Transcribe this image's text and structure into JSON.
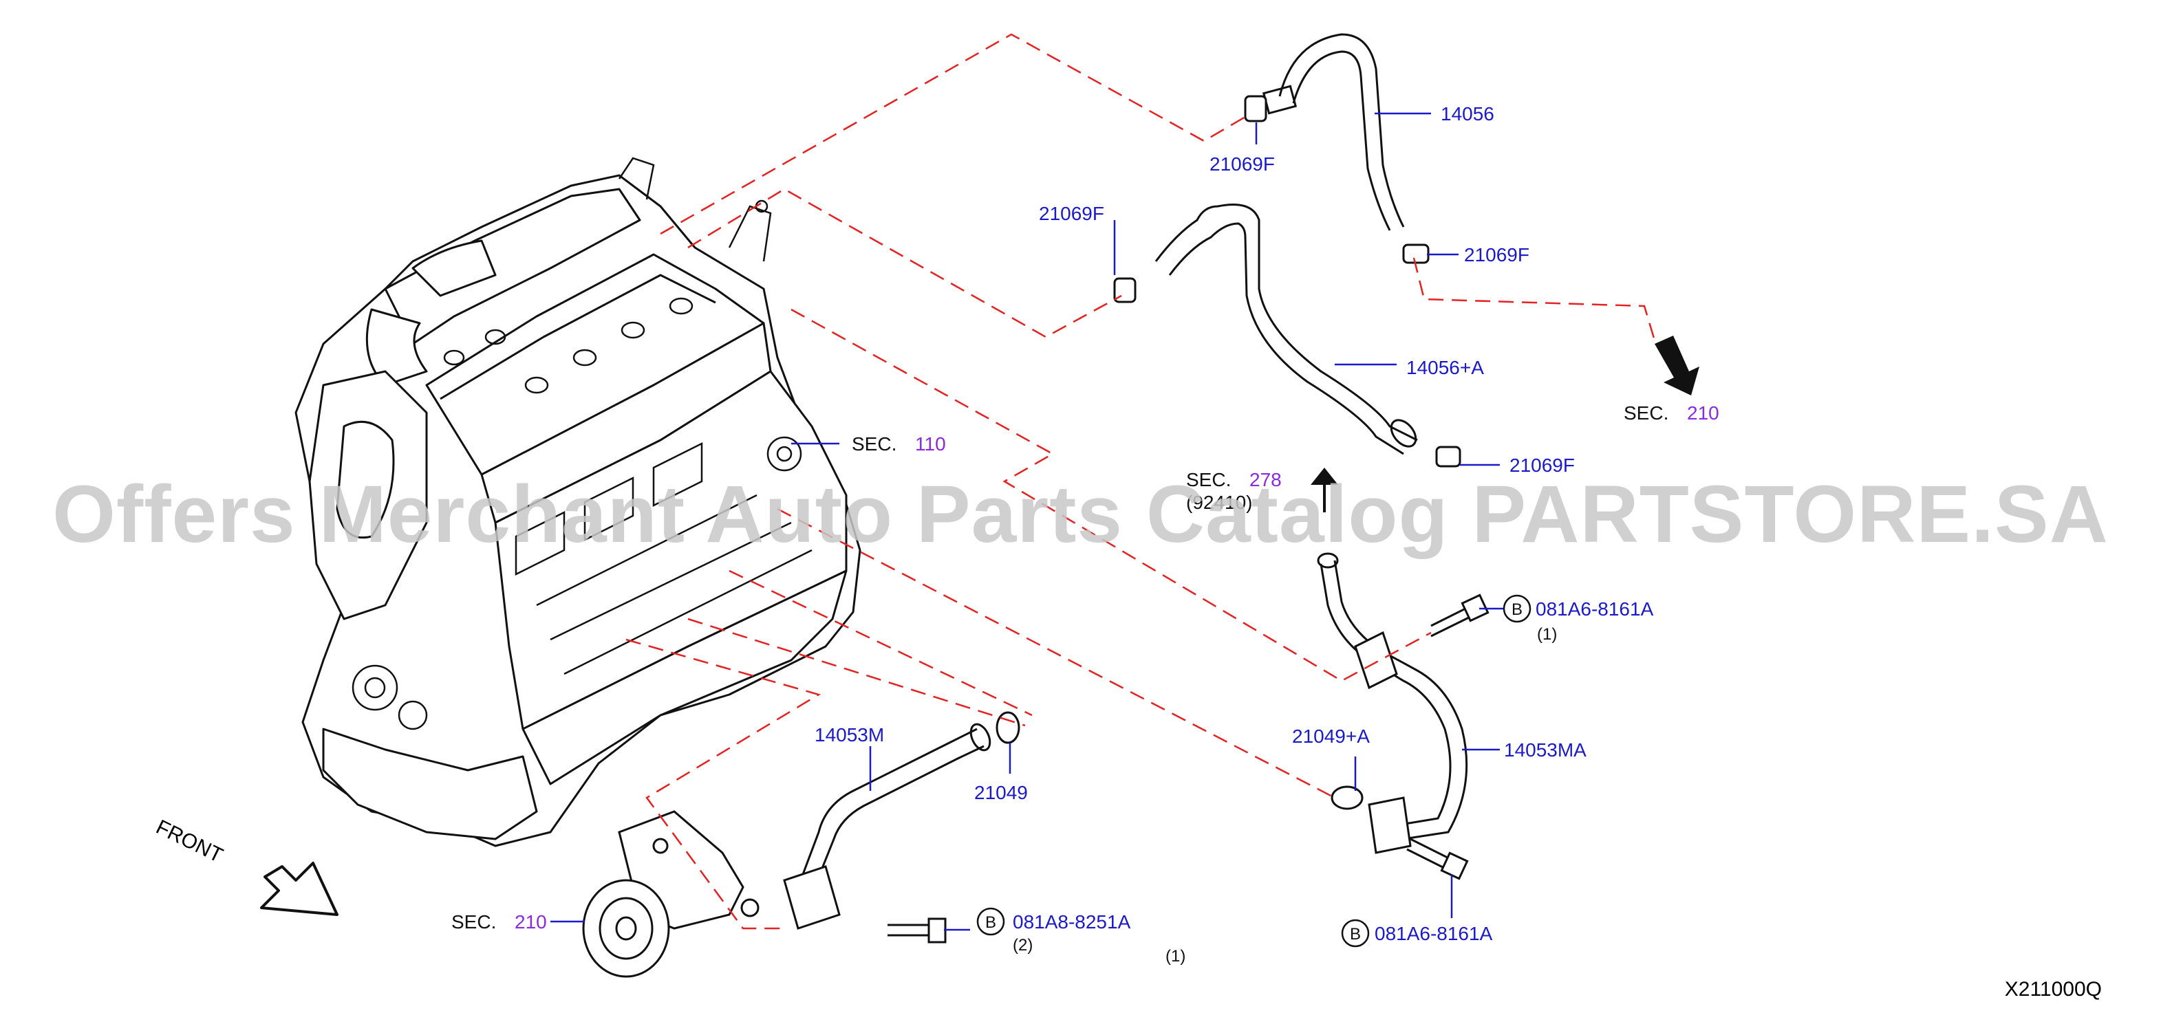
{
  "watermark": "Offers Merchant Auto Parts Catalog PARTSTORE.SA",
  "drawing_code": "X211000Q",
  "front_label": "FRONT",
  "colors": {
    "part_number": "#1a1acc",
    "section_number": "#8a2be2",
    "leader": "#1a1acc",
    "dash": "#e52222",
    "line": "#111111"
  },
  "callouts": {
    "c14056": "14056",
    "c21069f_top": "21069F",
    "c21069f_left": "21069F",
    "c21069f_right": "21069F",
    "c21069f_lower": "21069F",
    "c14056a": "14056+A",
    "c14053m": "14053M",
    "c21049": "21049",
    "c21049a": "21049+A",
    "c14053ma": "14053MA",
    "c081a6_top": "081A6-8161A",
    "c081a6_top_qty": "(1)",
    "c081a6_bottom": "081A6-8161A",
    "c081a8": "081A8-8251A",
    "c081a8_qty": "(2)",
    "c_loose_qty": "(1)",
    "bolt_symbol": "B"
  },
  "sections": {
    "sec_word": "SEC.",
    "sec110": "110",
    "sec210_right": "210",
    "sec210_left": "210",
    "sec278": "278",
    "sec278_sub": "(92410)"
  }
}
